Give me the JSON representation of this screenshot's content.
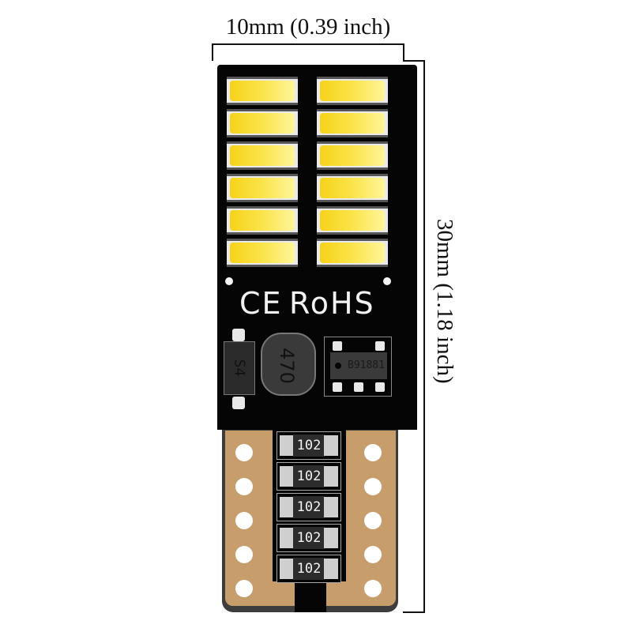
{
  "dimensions": {
    "width_label": "10mm (0.39 inch)",
    "height_label": "30mm (1.18 inch)"
  },
  "pcb": {
    "markings": "CE RoHS",
    "ce_label": "CE",
    "rohs_label": "RoHS",
    "led_rows": 6,
    "led_columns": 2,
    "diode_code": "S4",
    "inductor_code": "470",
    "ic_code": "B91881",
    "resistors": [
      "102",
      "102",
      "102",
      "102",
      "102"
    ],
    "contact_holes_per_side": 5
  },
  "colors": {
    "pcb": "#050505",
    "copper": "#c79d6b",
    "led_yellow": "#f6d21a",
    "dimension_lines": "#111111"
  }
}
